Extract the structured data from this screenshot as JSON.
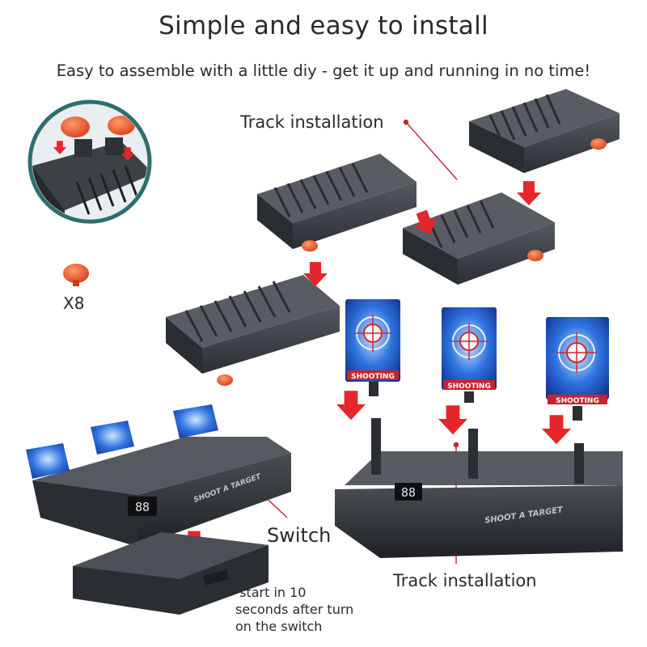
{
  "heading": {
    "title": "Simple and easy to install",
    "subtitle": "Easy to assemble with a little diy - get it up and running in no time!"
  },
  "labels": {
    "track_installation_top": "Track installation",
    "track_installation_bottom": "Track installation",
    "switch": "Switch",
    "suction_cup_count": "X8",
    "start_note_line1": "·start in 10",
    "start_note_line2": "seconds after turn",
    "start_note_line3": "on the switch"
  },
  "targets": [
    {
      "text": "SHOOTING"
    },
    {
      "text": "SHOOTING"
    },
    {
      "text": "SHOOTING"
    }
  ],
  "base_units": [
    {
      "display": "88",
      "brand": "SHOOT A TARGET"
    },
    {
      "display": "88",
      "brand": "SHOOT A TARGET"
    }
  ],
  "colors": {
    "arrow_red": "#e5262a",
    "plastic_dark": "#3a3d42",
    "cup_orange": "#e8552a",
    "target_blue": "#1f5fd0",
    "leader_red": "#c2272e"
  }
}
